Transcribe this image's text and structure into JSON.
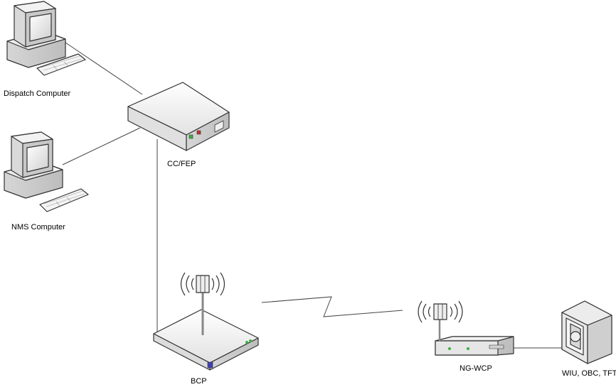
{
  "nodes": {
    "dispatch": {
      "label": "Dispatch Computer",
      "icon": "desktop-computer-icon"
    },
    "nms": {
      "label": "NMS Computer",
      "icon": "desktop-computer-icon"
    },
    "ccfep": {
      "label": "CC/FEP",
      "icon": "server-box-icon"
    },
    "bcp": {
      "label": "BCP",
      "icon": "base-station-antenna-icon"
    },
    "ngwcp": {
      "label": "NG-WCP",
      "icon": "wireless-radio-icon"
    },
    "wiu": {
      "label": "WIU, OBC, TFT",
      "icon": "device-box-icon"
    }
  },
  "links": [
    {
      "from": "Dispatch Computer",
      "to": "CC/FEP",
      "type": "wired"
    },
    {
      "from": "NMS Computer",
      "to": "CC/FEP",
      "type": "wired"
    },
    {
      "from": "CC/FEP",
      "to": "BCP",
      "type": "wired"
    },
    {
      "from": "BCP",
      "to": "NG-WCP",
      "type": "wireless"
    },
    {
      "from": "NG-WCP",
      "to": "WIU, OBC, TFT",
      "type": "wired"
    }
  ]
}
